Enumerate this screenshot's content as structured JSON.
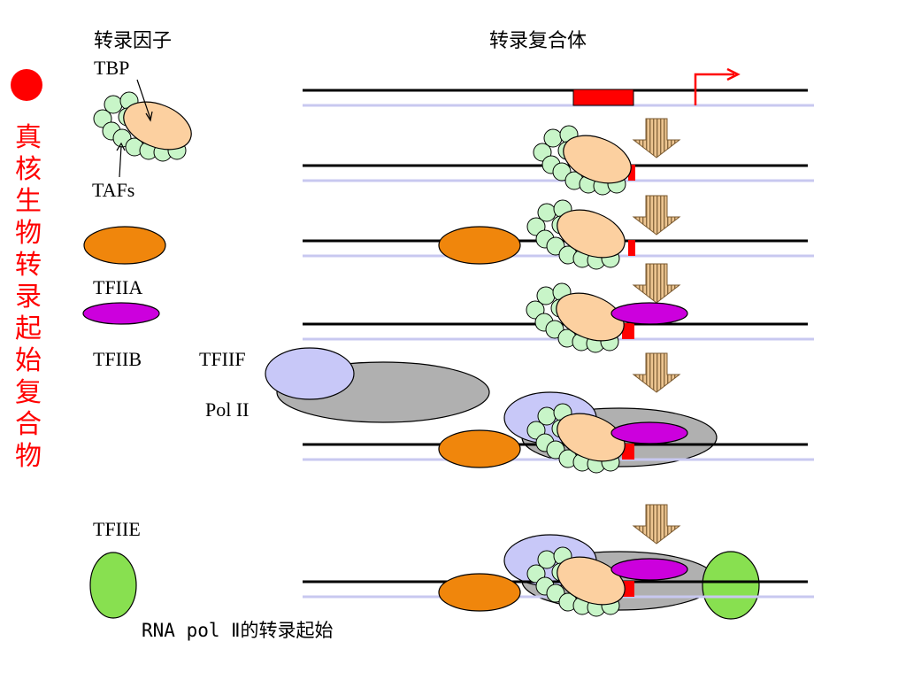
{
  "side_title": "真核生物转录起始复合物",
  "headers": {
    "factors": "转录因子",
    "complex": "转录复合体"
  },
  "labels": {
    "tbp": "TBP",
    "tafs": "TAFs",
    "tfiia": "TFIIA",
    "tfiib": "TFIIB",
    "tfiif": "TFIIF",
    "pol2": "Pol II",
    "tfiie": "TFIIE"
  },
  "caption": {
    "mono": "RNA pol ",
    "cjk": "Ⅱ的转录起始"
  },
  "colors": {
    "bullet": "#ff0000",
    "title": "#ff0000",
    "dna_top": "#000000",
    "dna_bottom": "#c8c8f0",
    "tata_box": "#ff0000",
    "start_arrow": "#ff0000",
    "tbp": "#fcd0a0",
    "tafs": "#c8f5c8",
    "tfiia": "#f0860c",
    "tfiib": "#cc00dd",
    "tfiif": "#c8c8f8",
    "pol2": "#b0b0b0",
    "tfiie": "#88e050",
    "step_arrow": "#e8c090"
  },
  "icons": {
    "bullet": "red-circle",
    "step_arrow": "striped-down-arrow",
    "start_site": "bent-right-arrow"
  }
}
